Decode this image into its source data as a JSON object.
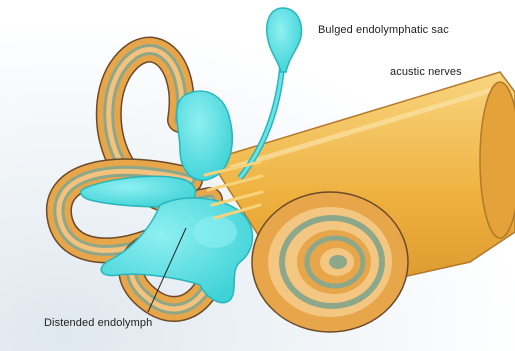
{
  "labels": {
    "sac": "Bulged endolymphatic sac",
    "nerves": "acustic nerves",
    "endolymph": "Distended endolymph"
  },
  "colors": {
    "background_fade": "#e7eef4",
    "tube_outer": "#e8a64a",
    "tube_rim": "#f3c781",
    "tube_stripe": "#8ca789",
    "tube_inner": "#f5c27e",
    "nerve": "#f0b541",
    "nerve_light": "#f7d27a",
    "endolymph": "#51dde0",
    "endolymph_dark": "#27b6bd",
    "outline": "#4b3a2a",
    "leader": "#222222"
  }
}
